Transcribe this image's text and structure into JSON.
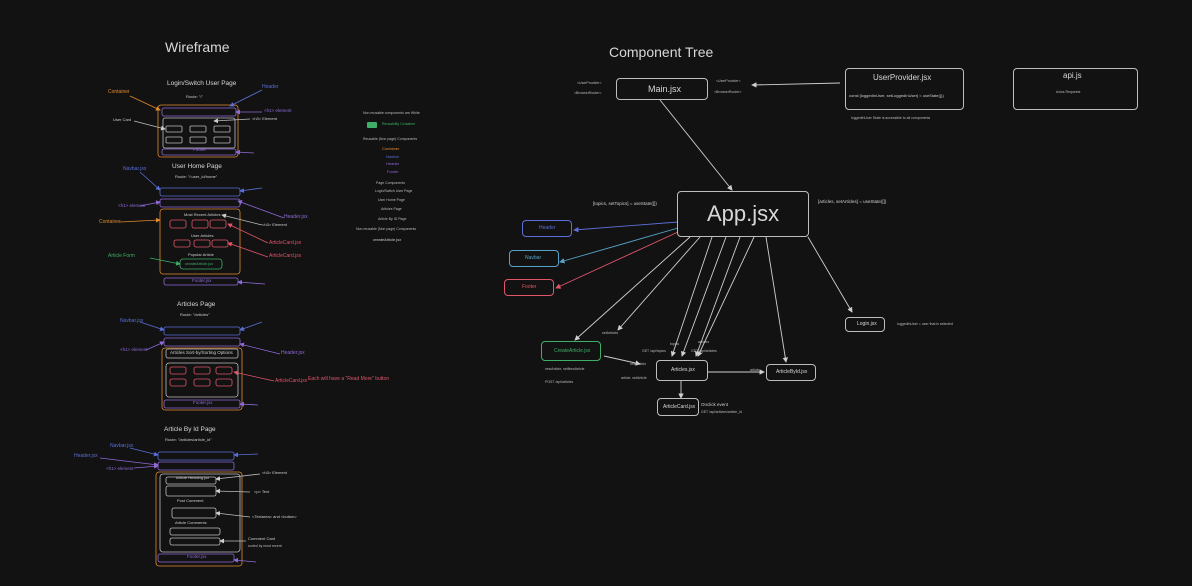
{
  "colors": {
    "bg": "#121212",
    "white": "#d8d8d8",
    "orange": "#e08a2e",
    "blue": "#5b6fd6",
    "purple": "#8f6ad6",
    "red": "#e0556a",
    "green": "#3fae68",
    "teal": "#56a3c7"
  },
  "wireframe": {
    "title": "Wireframe",
    "login": {
      "title": "Login/Switch User Page",
      "route": "Route: \"/\"",
      "container": "Container",
      "header": "Header",
      "h1": "<h1> element",
      "user_card": "User Card",
      "h3": "<h3> Element",
      "footer": "Footer"
    },
    "home": {
      "title": "User Home Page",
      "route": "Route: \"/:user_id/home\"",
      "navbar": "Navbar.jsx",
      "h1": "<h1> element",
      "container": "Container",
      "header": "Header.jsx",
      "h3": "<h3> Element",
      "recent": "Most Recent Articles",
      "user_articles": "User Articles",
      "popular": "Popular Article",
      "create": "createArticle.jsx",
      "article_card": "ArticleCard.jsx",
      "article_card2": "ArticleCard.jsx",
      "article_form": "Article Form",
      "footer": "Footer.jsx"
    },
    "articles": {
      "title": "Articles Page",
      "route": "Route: \"/articles\"",
      "navbar": "Navbar.jsx",
      "h1": "<h1> element",
      "sort": "Articles Sort-by/Sorting Options",
      "header": "Header.jsx",
      "article_card": "ArticleCard.jsx",
      "read_more": "Each will have a \"Read More\" button",
      "footer": "Footer.jsx"
    },
    "byid": {
      "title": "Article By Id Page",
      "route": "Route: \"/articles/article_id\"",
      "navbar": "Navbar.jsx",
      "header": "Header.jsx",
      "h1": "<h1> element",
      "heading": "Article Heading.jsx",
      "h3": "<h3> Element",
      "p": "<p> Text",
      "post_comment": "Post Comment",
      "textarea": "<Textarea> and <button>",
      "comments": "Article Comments",
      "comment_card": "Comment Card",
      "sorted": "sorted by most recent",
      "footer": "Footer.jsx"
    }
  },
  "legend": {
    "nonreusable_white": "Non reusable components are White",
    "reusability": "Reusability Container",
    "reusable": "Reusable (Non page) Components",
    "container": "Container",
    "navbar": "Navbar",
    "header": "Header",
    "footer": "Footer",
    "page_components": "Page Components",
    "login_page": "Login/Switch User Page",
    "user_home": "User Home Page",
    "articles_page": "Articles Page",
    "article_by_id": "Article By ID Page",
    "nonreusable_nonpage": "Non reusable (Non page) Components",
    "create_article": "createArticle.jsx"
  },
  "tree": {
    "title": "Component Tree",
    "main": "Main.jsx",
    "userprovider_tag": "<UserProvider>",
    "browserrouter_tag": "<BrowserRouter>",
    "userprovider_tag2": "<UserProvider>",
    "browserrouter_tag2": "<BrowserRouter>",
    "userprovider": "UserProvider.jsx",
    "userprovider_state": "const [loggedInUser, setLoggedInUser] = useState({})",
    "userprovider_note": "loggedInUser State is accessible to all components",
    "api": "api.js",
    "api_sub": "Axios Requests",
    "app": "App.jsx",
    "topics_state": "[topics, setTopics] = useState([])",
    "articles_state": "[articles, setArticles] = useState([])",
    "header": "Header",
    "navbar": "Navbar",
    "footer": "Footer",
    "login": "Login.jsx",
    "login_note": "loggedInUser = user that is selected",
    "create": "CreateArticle.jsx",
    "set_articles": "setArticles",
    "create_note1": "newArticle, setNewArticle",
    "create_note2": "POST /api/articles",
    "new_article": "newArticle",
    "topics": "topics",
    "get_topics": "GET /api/topics",
    "articles_lbl": "articles",
    "get_articles": "GET /api/articles",
    "articles": "Articles.jsx",
    "article_lbl": "article",
    "article_by_id": "ArticleById.jsx",
    "article_setarticle": "article, setArticle",
    "article_card": "ArticleCard.jsx",
    "onclick": "Onclick event",
    "get_by_id": "GET /api/articles/article_id"
  }
}
